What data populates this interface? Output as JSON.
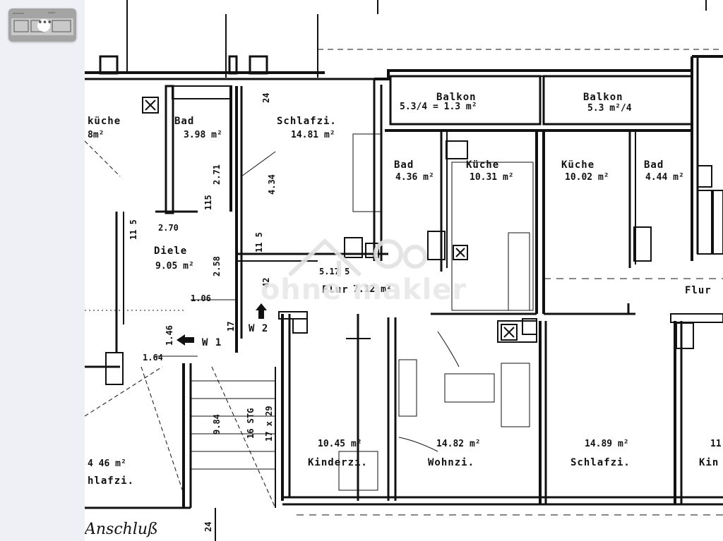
{
  "sidebar": {
    "thumbnail_more": "•••"
  },
  "plan": {
    "rooms": [
      {
        "id": "kueche-left",
        "name": "küche",
        "area": "8m²"
      },
      {
        "id": "bad-left",
        "name": "Bad",
        "area": "3.98 m²"
      },
      {
        "id": "schlafzi-top",
        "name": "Schlafzi.",
        "area": "14.81 m²"
      },
      {
        "id": "balkon-1",
        "name": "Balkon",
        "area": "5.3/4 = 1.3 m²"
      },
      {
        "id": "balkon-2",
        "name": "Balkon",
        "area": "5.3 m²/4"
      },
      {
        "id": "bad-mid",
        "name": "Bad",
        "area": "4.36 m²"
      },
      {
        "id": "kueche-mid",
        "name": "Küche",
        "area": "10.31 m²"
      },
      {
        "id": "kueche-right",
        "name": "Küche",
        "area": "10.02 m²"
      },
      {
        "id": "bad-right",
        "name": "Bad",
        "area": "4.44 m²"
      },
      {
        "id": "diele",
        "name": "Diele",
        "area": "9.05 m²"
      },
      {
        "id": "flur-mid",
        "name": "Flur",
        "area": "7.12 m²"
      },
      {
        "id": "flur-right",
        "name": "Flur",
        "area": ""
      },
      {
        "id": "kinderzi-mid",
        "name": "Kinderzi.",
        "area": "10.45 m²"
      },
      {
        "id": "wohnzi",
        "name": "Wohnzi.",
        "area": "14.82 m²"
      },
      {
        "id": "schlafzi-bottom",
        "name": "Schlafzi.",
        "area": "14.89 m²"
      },
      {
        "id": "kinderzi-right",
        "name": "Kin",
        "area": "11"
      },
      {
        "id": "schlafzi-left",
        "name": "hlafzi.",
        "area": "4 46 m²"
      }
    ],
    "dimensions": {
      "d_271": "2.71",
      "d_115a": "115",
      "d_270": "2.70",
      "d_115b": "11 5",
      "d_434": "4.34",
      "d_115c": "11 5",
      "d_258": "2.58",
      "d_106": "1.06",
      "d_175": "5.17 5",
      "d_42": "42",
      "d_17": "17",
      "d_146": "1.46",
      "d_164": "1.64",
      "d_984": "9.84",
      "d_16stg": "16 STG",
      "d_17x29": "17 x 29",
      "d_24a": "24",
      "d_24b": "24"
    },
    "markers": {
      "w1": "W 1",
      "w2": "W 2"
    },
    "signature": "Anschluß",
    "watermark": "ohne makler"
  },
  "colors": {
    "sidebar_bg": "#eef0f5",
    "ink": "#111111",
    "paper": "#ffffff"
  }
}
